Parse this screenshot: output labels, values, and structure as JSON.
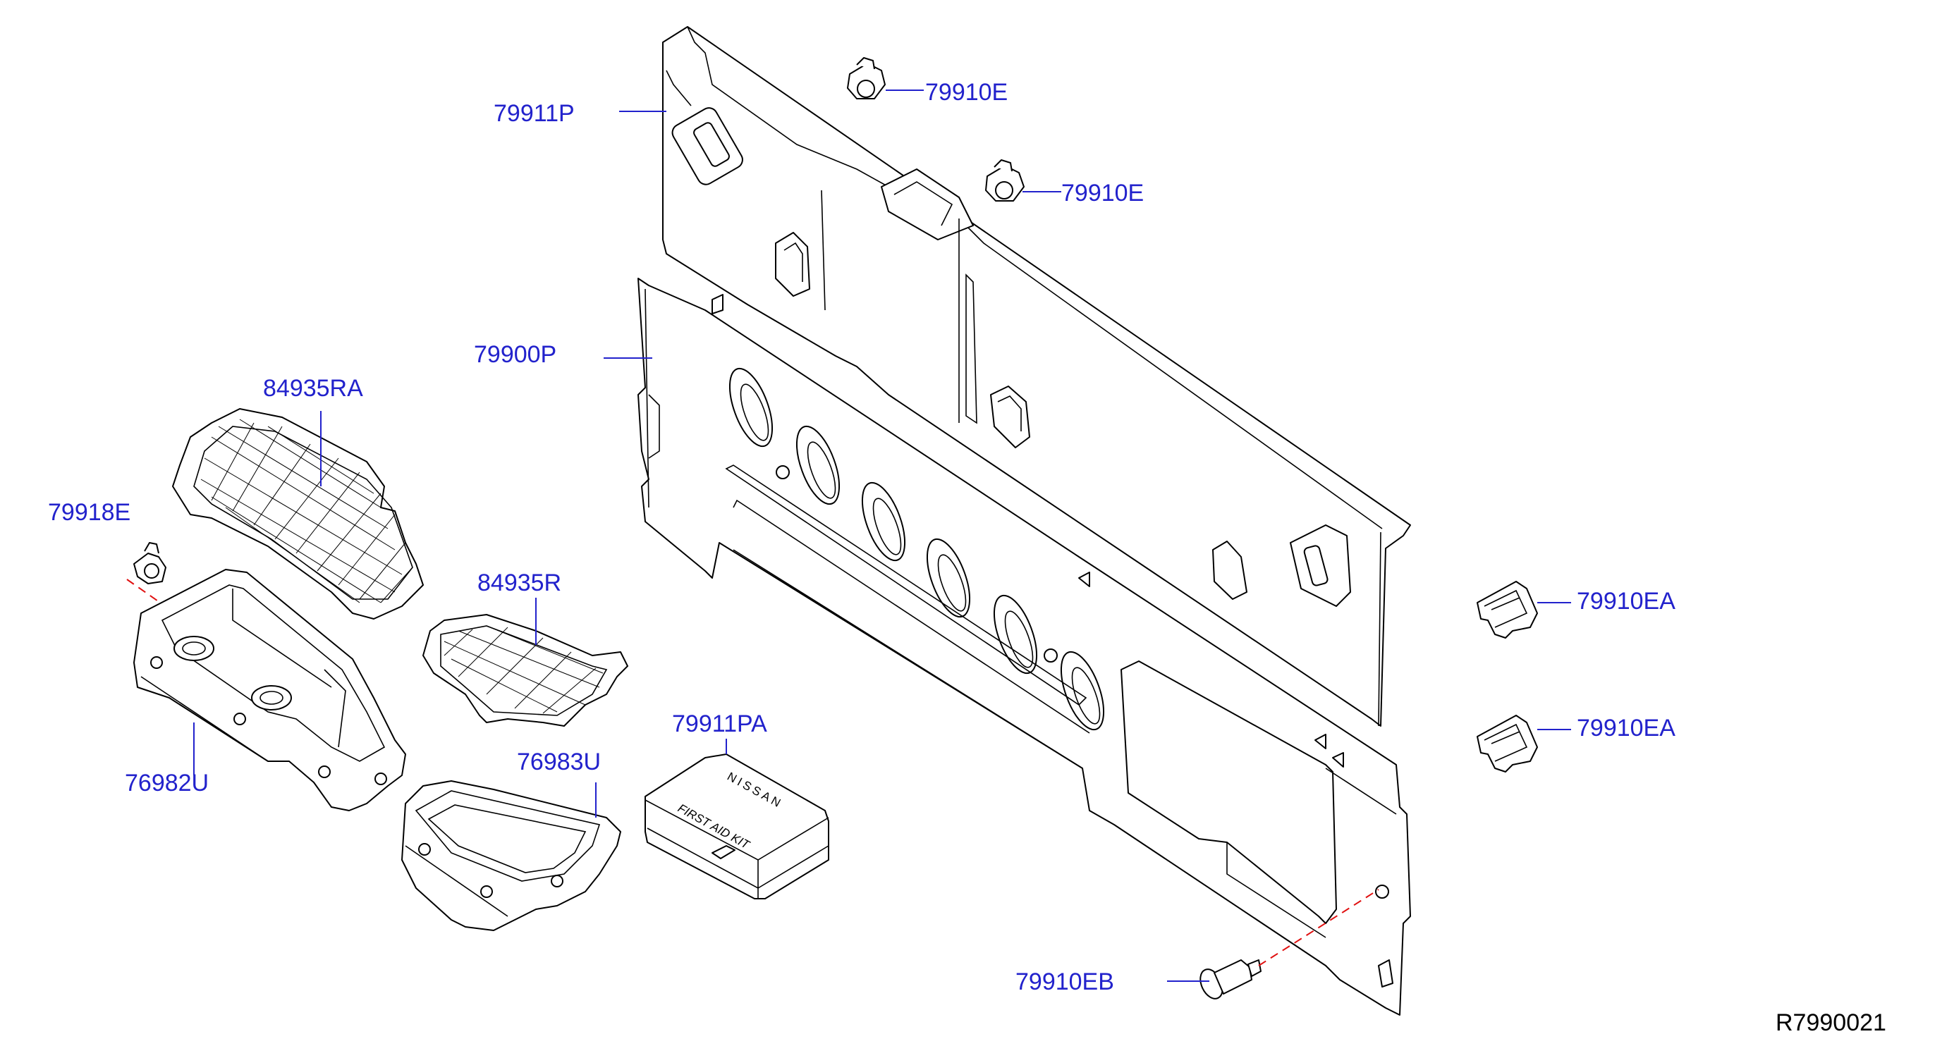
{
  "diagram_code": "R7990021",
  "part_labels": {
    "p79911P": "79911P",
    "p79910E_top": "79910E",
    "p79910E_second": "79910E",
    "p79900P": "79900P",
    "p84935RA": "84935RA",
    "p79918E": "79918E",
    "p84935R": "84935R",
    "p76982U": "76982U",
    "p76983U": "76983U",
    "p79911PA": "79911PA",
    "p79910EA_upper": "79910EA",
    "p79910EA_lower": "79910EA",
    "p79910EB": "79910EB"
  },
  "kit": {
    "brand": "NISSAN",
    "caption": "FIRST AID KIT"
  },
  "colors": {
    "label": "#2222cc",
    "leader": "#2222cc",
    "alignment_line": "#e01010",
    "outline": "#000000"
  }
}
